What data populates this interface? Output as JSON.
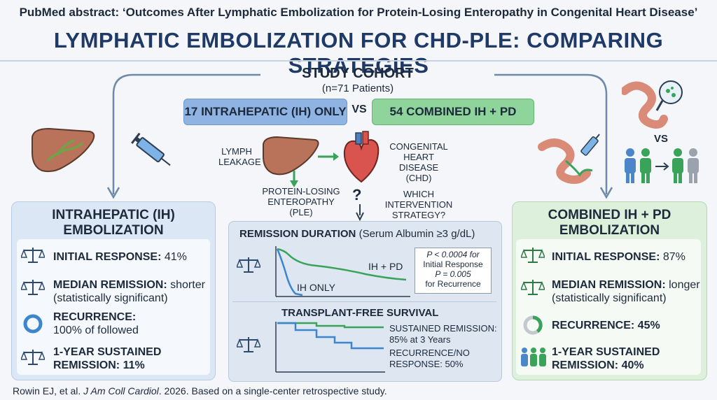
{
  "header": {
    "source_line": "PubMed abstract: ‘Outcomes After Lymphatic Embolization for Protein-Losing Enteropathy in Congenital Heart Disease’",
    "title": "LYMPHATIC EMBOLIZATION FOR CHD-PLE: COMPARING STRATEGIES"
  },
  "cohort": {
    "title": "STUDY COHORT",
    "subtitle": "(n=71 Patients)",
    "group_ih": "17 INTRAHEPATIC (IH) ONLY",
    "vs": "VS",
    "group_combined": "54 COMBINED IH + PD"
  },
  "pathway": {
    "lymph_leakage": [
      "LYMPH",
      "LEAKAGE"
    ],
    "chd": [
      "CONGENITAL",
      "HEART DISEASE",
      "(CHD)"
    ],
    "ple": [
      "PROTEIN-LOSING",
      "ENTEROPATHY",
      "(PLE)"
    ],
    "question_mark": "?",
    "question": [
      "WHICH INTERVENTION",
      "STRATEGY?"
    ]
  },
  "right_illustration": {
    "vs": "VS"
  },
  "left_panel": {
    "heading": [
      "INTRAHEPATIC (IH)",
      "EMBOLIZATION"
    ],
    "items": [
      {
        "label": "INITIAL RESPONSE:",
        "value": " 41%"
      },
      {
        "label": "MEDIAN REMISSION:",
        "value": " shorter",
        "detail": "(statistically significant)"
      },
      {
        "label": "RECURRENCE:",
        "value": "",
        "detail": "100% of followed"
      },
      {
        "label": "1-YEAR SUSTAINED",
        "value": "",
        "detail": "REMISSION: 11%"
      }
    ]
  },
  "right_panel": {
    "heading": [
      "COMBINED IH + PD",
      "EMBOLIZATION"
    ],
    "items": [
      {
        "label": "INITIAL RESPONSE:",
        "value": " 87%"
      },
      {
        "label": "MEDIAN REMISSION:",
        "value": " longer",
        "detail": "(statistically significant)"
      },
      {
        "label": "RECURRENCE:",
        "value": " 45%"
      },
      {
        "label": "1-YEAR SUSTAINED",
        "value": "",
        "detail": "REMISSION: 40%"
      }
    ]
  },
  "remission_chart": {
    "title_bold": "REMISSION DURATION",
    "title_rest": " (Serum Albumin ≥3 g/dL)",
    "series_combined": "IH + PD",
    "series_ih": "IH ONLY",
    "stats": [
      "P < 0.0004 for",
      "Initial Response",
      "P = 0.005",
      "for Recurrence"
    ]
  },
  "survival_chart": {
    "title": "TRANSPLANT-FREE SURVIVAL",
    "label_top": [
      "SUSTAINED REMISSION:",
      "85% at 3 Years"
    ],
    "label_bottom": [
      "RECURRENCE/NO",
      "RESPONSE: 50%"
    ]
  },
  "footer": {
    "citation_pre": "Rowin EJ, et al. ",
    "journal": "J Am Coll Cardiol",
    "citation_post": ". 2026. Based on a single-center retrospective study."
  },
  "colors": {
    "blue_accent": "#8fb4e3",
    "green_accent": "#8fd49a",
    "navy_title": "#1f3a66",
    "ih_curve": "#3c86d0",
    "combined_curve": "#3aa35a"
  }
}
